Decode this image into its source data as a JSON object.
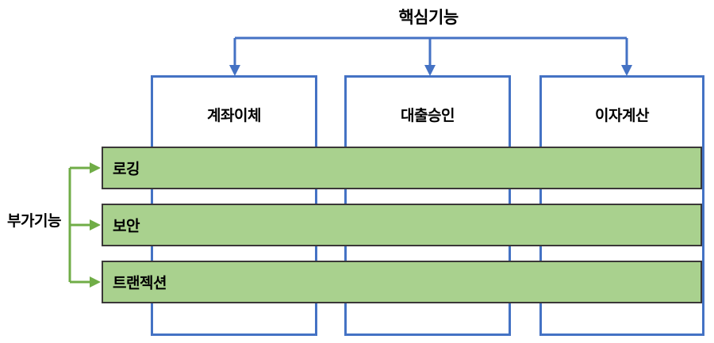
{
  "diagram": {
    "type": "cross-cutting-concerns",
    "core_title": "핵심기능",
    "aspect_group_title": "부가기능",
    "core_features": [
      {
        "label": "계좌이체"
      },
      {
        "label": "대출승인"
      },
      {
        "label": "이자계산"
      }
    ],
    "aspects": [
      {
        "label": "로깅"
      },
      {
        "label": "보안"
      },
      {
        "label": "트랜젝션"
      }
    ],
    "colors": {
      "core_border": "#4472C4",
      "core_fill": "#FFFFFF",
      "aspect_fill": "#A9D18E",
      "aspect_border": "#3B3838",
      "aspect_connector": "#70AD47",
      "text": "#000000",
      "background": "#FFFFFF"
    }
  }
}
